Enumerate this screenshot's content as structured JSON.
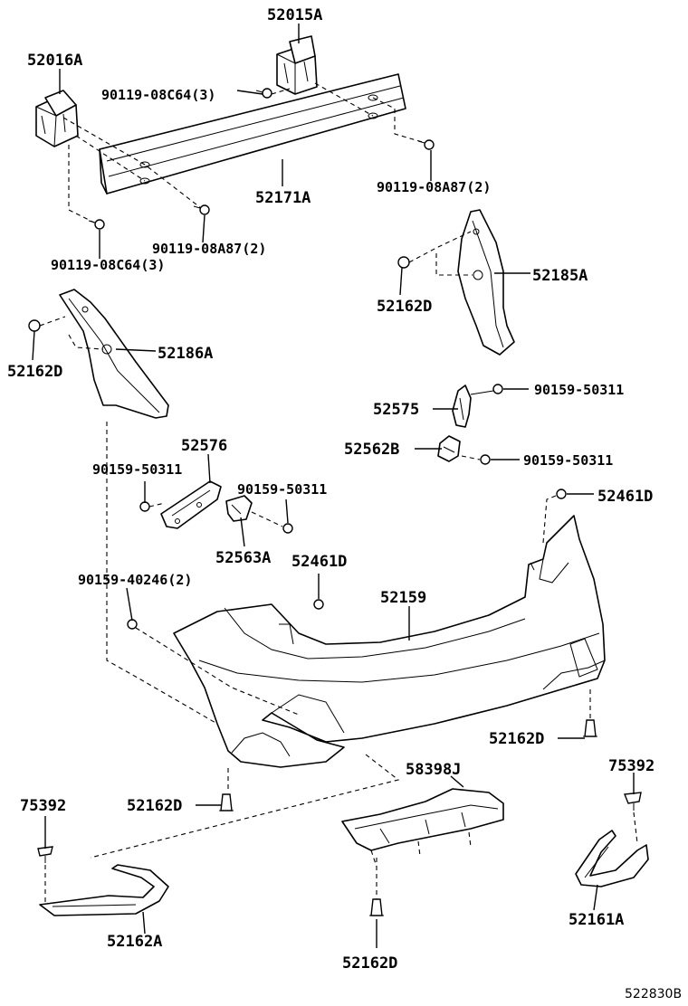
{
  "labels": {
    "l_52015A": "52015A",
    "l_52016A": "52016A",
    "l_90119_08C64_3_top": "90119-08C64(3)",
    "l_52171A": "52171A",
    "l_90119_08A87_2_right": "90119-08A87(2)",
    "l_90119_08A87_2_mid": "90119-08A87(2)",
    "l_90119_08C64_3_bottom": "90119-08C64(3)",
    "l_52162D_a": "52162D",
    "l_52185A": "52185A",
    "l_52162D_b": "52162D",
    "l_52186A": "52186A",
    "l_90159_50311_a": "90159-50311",
    "l_52575": "52575",
    "l_52562B": "52562B",
    "l_90159_50311_b": "90159-50311",
    "l_52576": "52576",
    "l_90159_50311_c": "90159-50311",
    "l_90159_50311_d": "90159-50311",
    "l_52563A": "52563A",
    "l_52461D_a": "52461D",
    "l_90159_40246_2": "90159-40246(2)",
    "l_52461D_b": "52461D",
    "l_52159": "52159",
    "l_52162D_c": "52162D",
    "l_58398J": "58398J",
    "l_75392_a": "75392",
    "l_52162D_d": "52162D",
    "l_75392_b": "75392",
    "l_52162A": "52162A",
    "l_52161A": "52161A",
    "l_52162D_e": "52162D",
    "l_ref": "522830B"
  }
}
